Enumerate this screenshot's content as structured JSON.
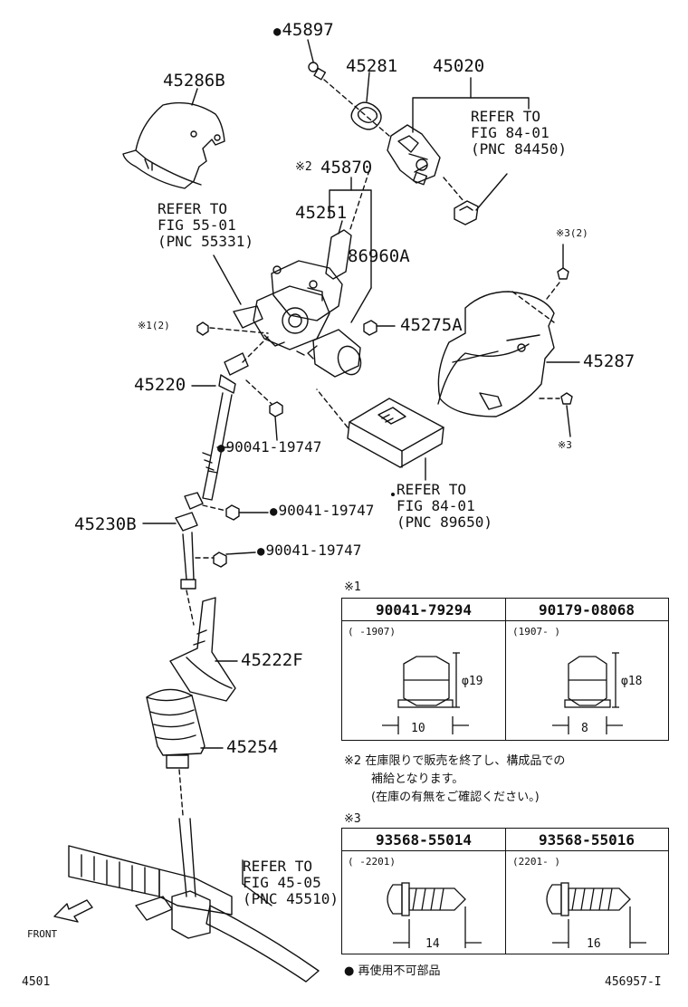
{
  "labels": {
    "p45897": "45897",
    "p45281": "45281",
    "p45020": "45020",
    "p45286b": "45286B",
    "ref84450": "REFER TO\nFIG 84-01\n(PNC 84450)",
    "note2_45870_mark": "※2",
    "p45870": "45870",
    "ref55331": "REFER TO\nFIG 55-01\n(PNC 55331)",
    "p45251": "45251",
    "p86960a": "86960A",
    "note3_qty": "※3(2)",
    "note1_qty": "※1(2)",
    "p45275a": "45275A",
    "p45287": "45287",
    "p45220": "45220",
    "note3_mark": "※3",
    "p9004119747_a": "90041-19747",
    "ref89650": "REFER TO\nFIG 84-01\n(PNC 89650)",
    "p45230b": "45230B",
    "p9004119747_b": "90041-19747",
    "p9004119747_c": "90041-19747",
    "p45222f": "45222F",
    "p45254": "45254",
    "ref45510": "REFER TO\nFIG 45-05\n(PNC 45510)",
    "front": "FRONT",
    "footer_left": "4501",
    "footer_right": "456957-I"
  },
  "table1": {
    "mark": "※1",
    "col1": {
      "part": "90041-79294",
      "range": "(      -1907)",
      "dim_dia": "φ19",
      "dim_len": "10"
    },
    "col2": {
      "part": "90179-08068",
      "range": "(1907-      )",
      "dim_dia": "φ18",
      "dim_len": "8"
    }
  },
  "note2": {
    "mark": "※2",
    "line1": "在庫限りで販売を終了し、構成品での",
    "line2": "補給となります。",
    "line3": "(在庫の有無をご確認ください。)"
  },
  "table3": {
    "mark": "※3",
    "col1": {
      "part": "93568-55014",
      "range": "(      -2201)",
      "dim_len": "14"
    },
    "col2": {
      "part": "93568-55016",
      "range": "(2201-      )",
      "dim_len": "16"
    }
  },
  "legend": {
    "text": "再使用不可部品"
  }
}
